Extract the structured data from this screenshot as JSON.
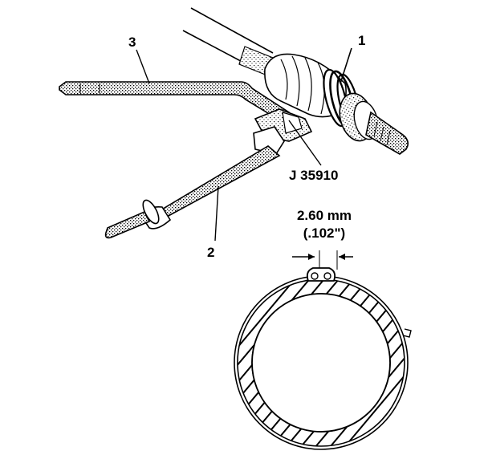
{
  "callouts": {
    "item_1": "1",
    "item_2": "2",
    "item_3": "3",
    "tool_number": "J 35910"
  },
  "dimension": {
    "metric": "2.60 mm",
    "imperial": "(.102\")"
  },
  "colors": {
    "ink": "#000000",
    "paper": "#ffffff",
    "shade": "#8a8a8a"
  }
}
